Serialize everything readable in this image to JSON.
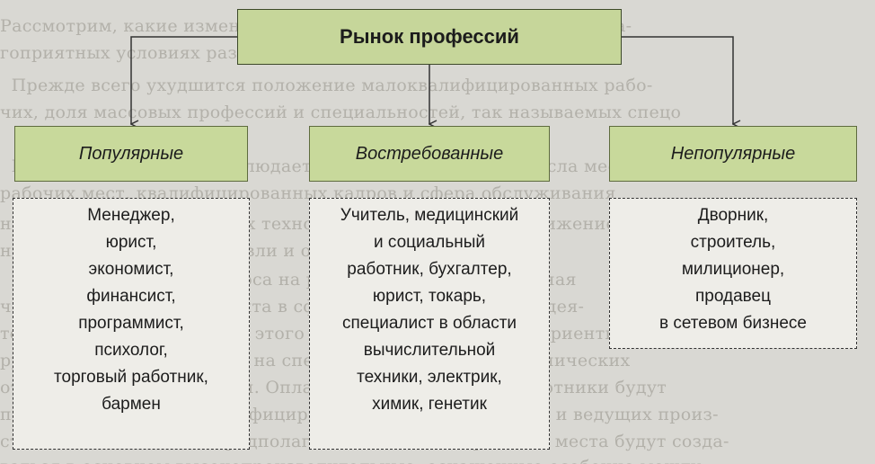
{
  "diagram": {
    "title": "Рынок профессий",
    "categories": [
      {
        "label": "Популярные",
        "items": [
          "Менеджер,",
          "юрист,",
          "экономист,",
          "финансист,",
          "программист,",
          "психолог,",
          "торговый работник,",
          "бармен"
        ]
      },
      {
        "label": "Востребованные",
        "items": [
          "Учитель, медицинский",
          "и социальный",
          "работник, бухгалтер,",
          "юрист, токарь,",
          "специалист в области",
          "вычислительной",
          "техники, электрик,",
          "химик, генетик"
        ]
      },
      {
        "label": "Непопулярные",
        "items": [
          "Дворник,",
          "строитель,",
          "милиционер,",
          "продавец",
          "в сетевом бизнесе"
        ]
      }
    ]
  },
  "colors": {
    "background": "#d9d8d3",
    "category_fill": "#c8d99b",
    "list_fill": "#eeede8",
    "line": "#333333"
  }
}
